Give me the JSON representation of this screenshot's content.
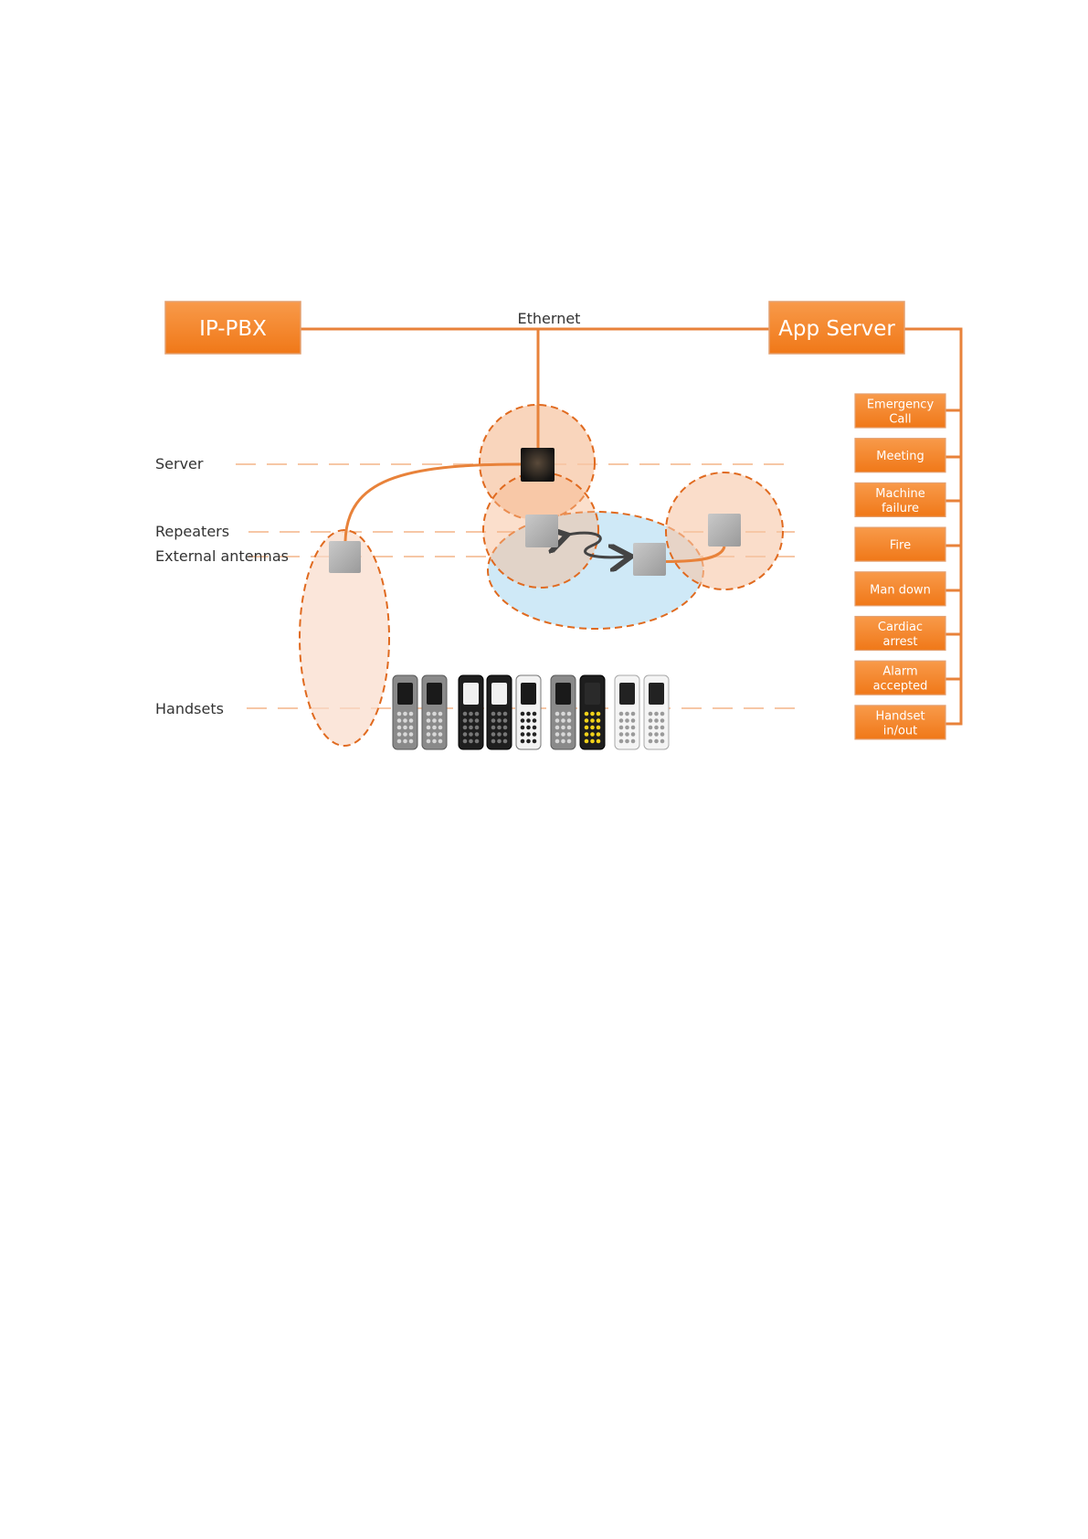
{
  "diagram": {
    "ip_pbx": "IP-PBX",
    "app_server": "App Server",
    "ethernet": "Ethernet"
  },
  "layers": {
    "server": "Server",
    "repeaters": "Repeaters",
    "external_antennas": "External antennas",
    "handsets": "Handsets"
  },
  "alarms": [
    [
      "Emergency",
      "Call"
    ],
    [
      "Meeting"
    ],
    [
      "Machine",
      "failure"
    ],
    [
      "Fire"
    ],
    [
      "Man down"
    ],
    [
      "Cardiac",
      "arrest"
    ],
    [
      "Alarm",
      "accepted"
    ],
    [
      "Handset",
      "in/out"
    ]
  ],
  "colors": {
    "orange": "#f58220",
    "orange_light": "#fbd3b7",
    "line": "#e8823a",
    "coverage_blue": "#cfe9f7",
    "dash": "#f6c7a6"
  },
  "handset_styles": [
    "grey",
    "grey",
    "black",
    "black",
    "white-black",
    "grey",
    "black-yellow",
    "white",
    "white"
  ]
}
